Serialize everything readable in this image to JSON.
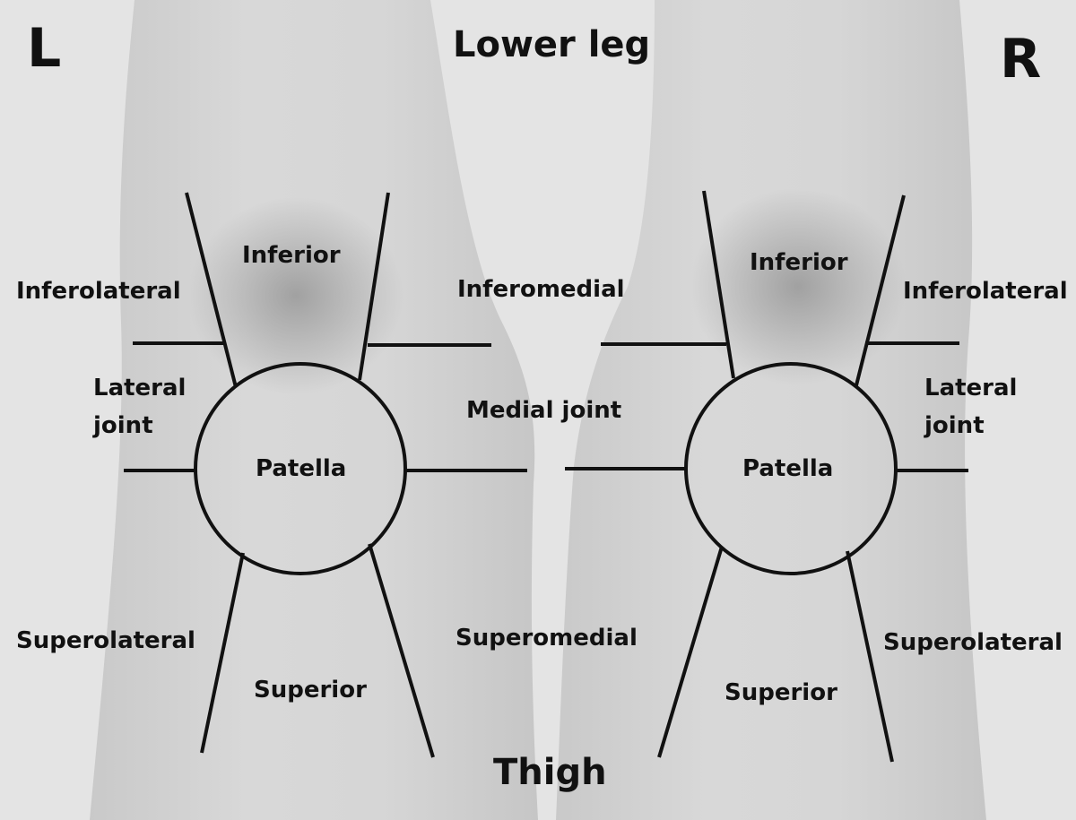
{
  "side_markers": {
    "left": "L",
    "right": "R"
  },
  "headings": {
    "top": "Lower leg",
    "bottom": "Thigh"
  },
  "left_knee": {
    "inferior": "Inferior",
    "inferolateral": "Inferolateral",
    "inferomedial": "Inferomedial",
    "lateral_joint_line1": "Lateral",
    "lateral_joint_line2": "joint",
    "medial_joint": "Medial joint",
    "patella": "Patella",
    "superolateral": "Superolateral",
    "superomedial": "Superomedial",
    "superior": "Superior"
  },
  "right_knee": {
    "inferior": "Inferior",
    "inferolateral": "Inferolateral",
    "lateral_joint_line1": "Lateral",
    "lateral_joint_line2": "joint",
    "patella": "Patella",
    "superolateral": "Superolateral",
    "superior": "Superior"
  },
  "colors": {
    "background": "#e6e6e6",
    "skin": "#d2d2d2",
    "lines": "#111111",
    "text": "#111111"
  }
}
